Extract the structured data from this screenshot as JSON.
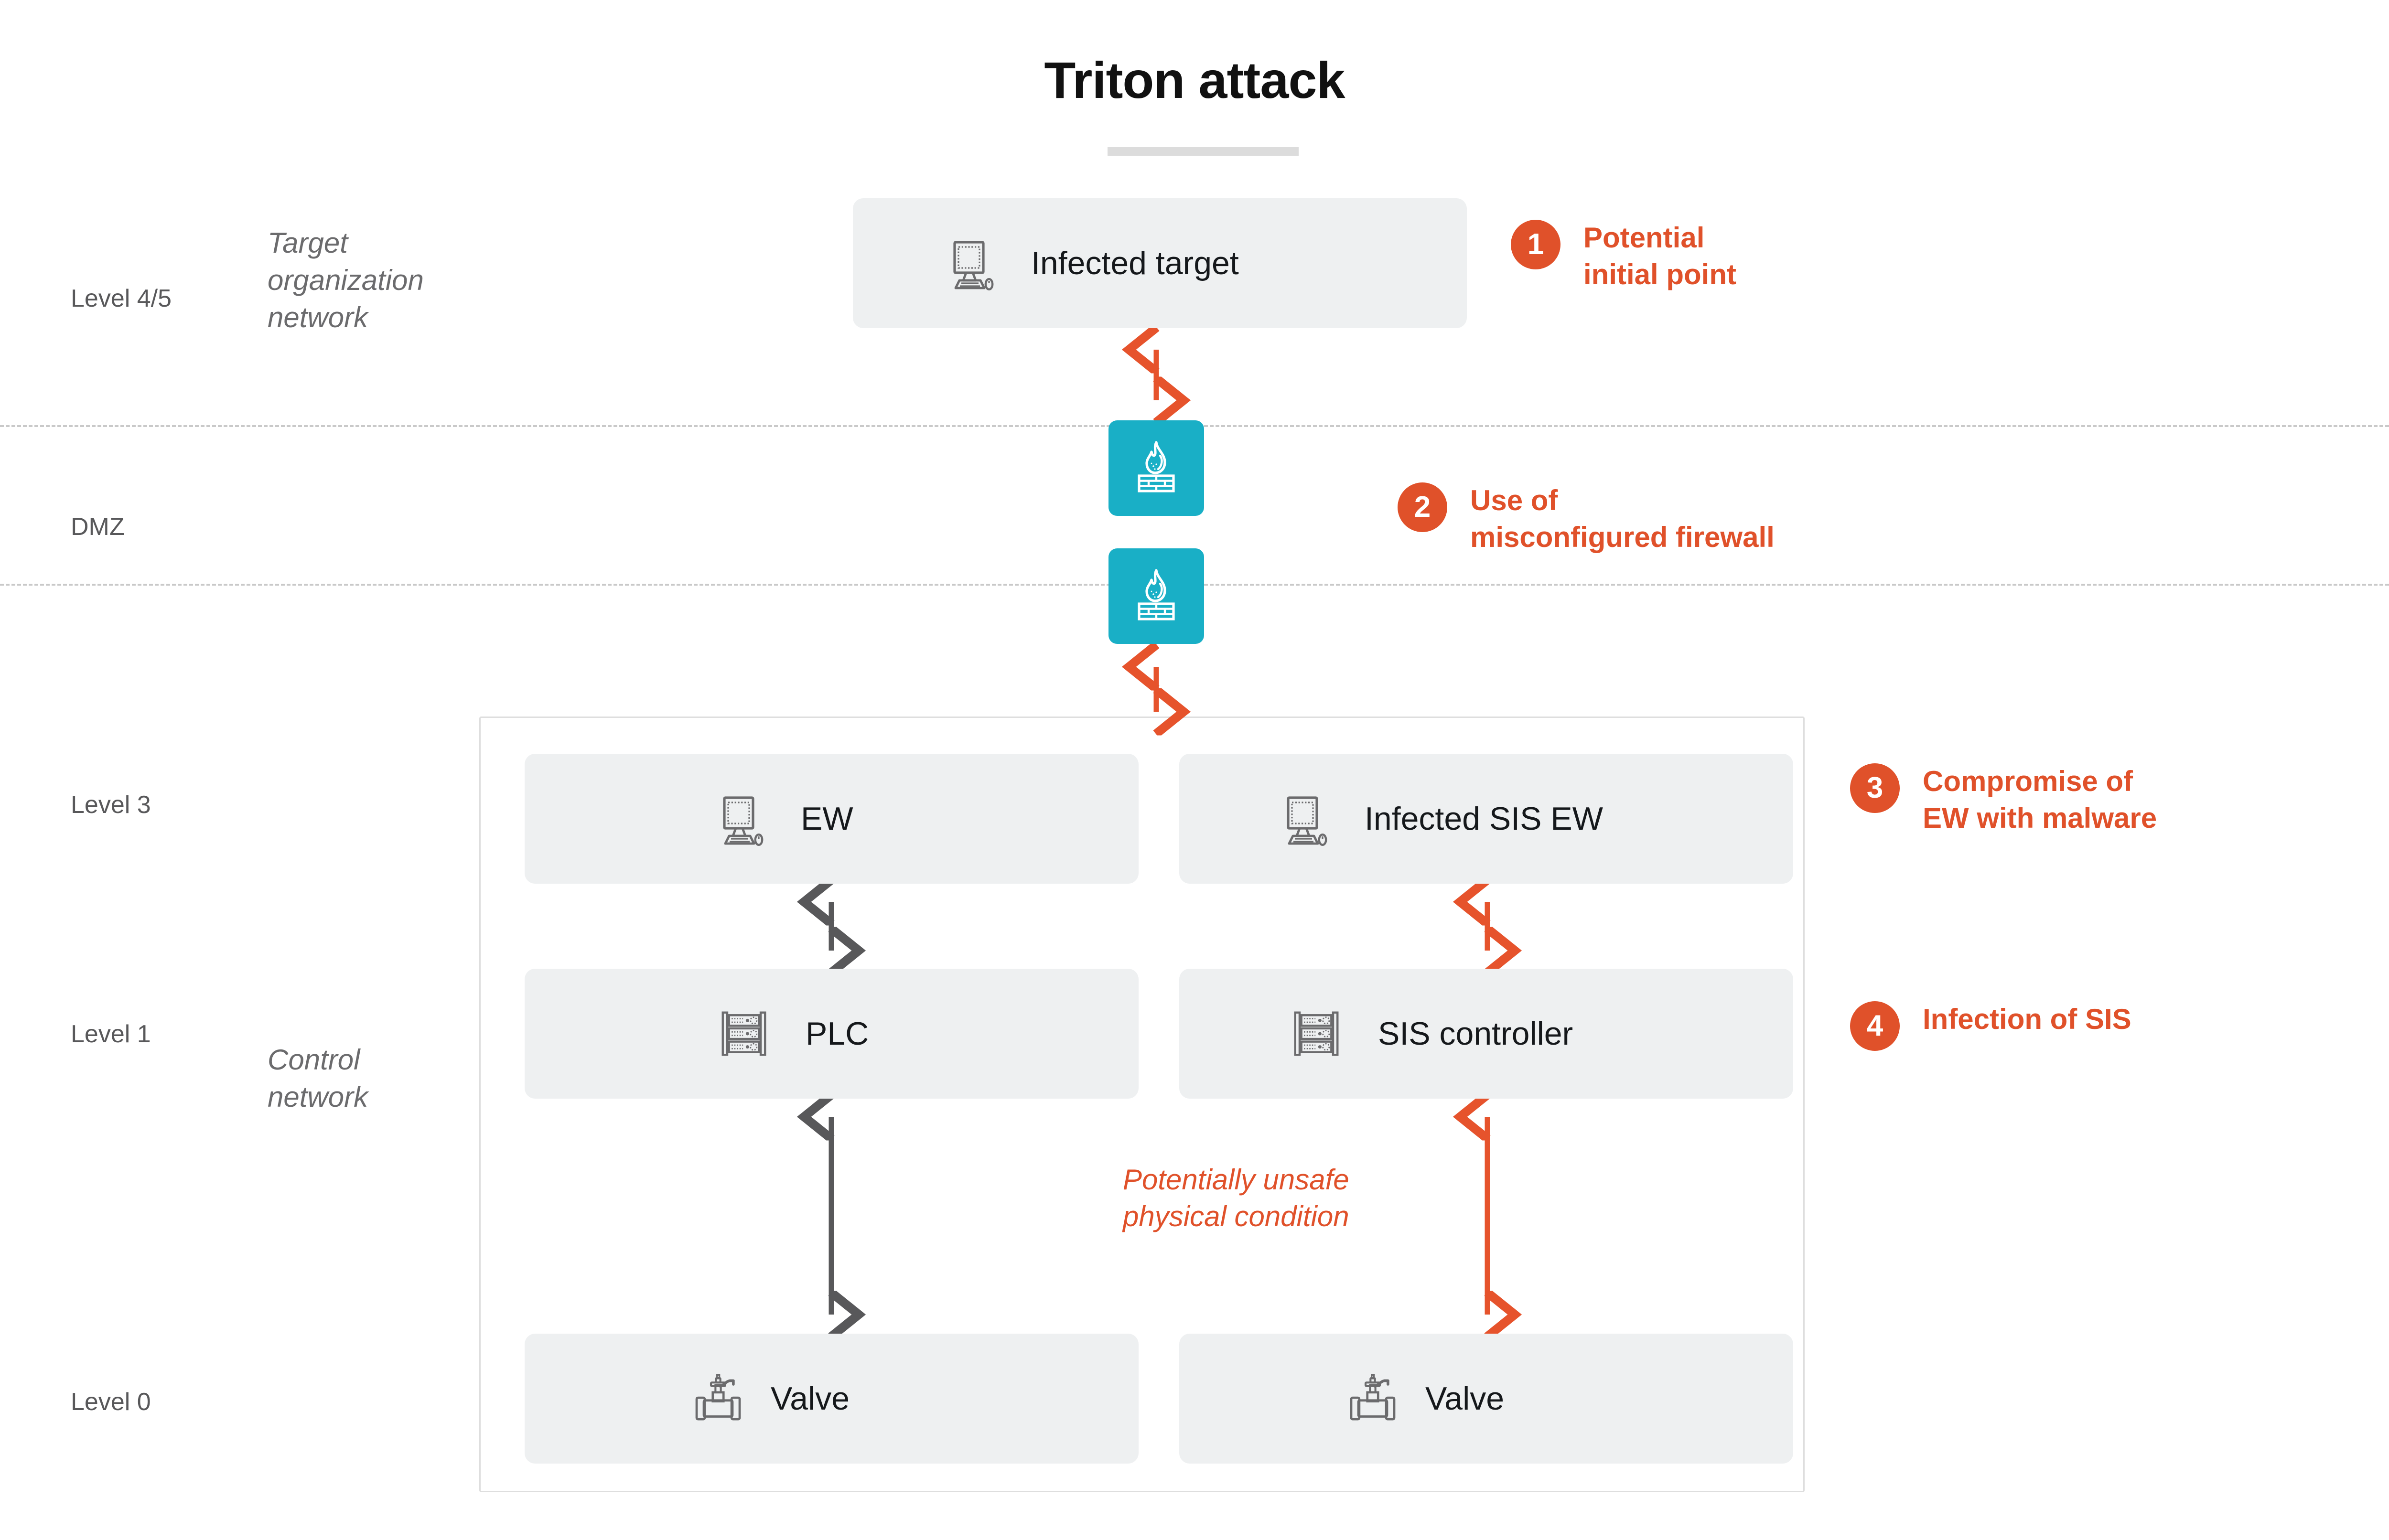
{
  "title": "Triton attack",
  "colors": {
    "accent_orange": "#e0512a",
    "firewall_teal": "#19afc6",
    "card_gray": "#eef0f1",
    "label_gray": "#58585a",
    "arrow_gray": "#58585a"
  },
  "levels": [
    {
      "id": "level-45",
      "label": "Level 4/5"
    },
    {
      "id": "level-dmz",
      "label": "DMZ"
    },
    {
      "id": "level-3",
      "label": "Level 3"
    },
    {
      "id": "level-1",
      "label": "Level 1"
    },
    {
      "id": "level-0",
      "label": "Level 0"
    }
  ],
  "zones": [
    {
      "id": "zone-target",
      "label": "Target\norganization\nnetwork"
    },
    {
      "id": "zone-control",
      "label": "Control\nnetwork"
    }
  ],
  "nodes": {
    "infected_target": {
      "label": "Infected target",
      "icon": "computer-icon"
    },
    "ew": {
      "label": "EW",
      "icon": "computer-icon"
    },
    "infected_sis_ew": {
      "label": "Infected SIS EW",
      "icon": "computer-icon"
    },
    "plc": {
      "label": "PLC",
      "icon": "plc-rack-icon"
    },
    "sis_controller": {
      "label": "SIS controller",
      "icon": "plc-rack-icon"
    },
    "valve_left": {
      "label": "Valve",
      "icon": "valve-icon"
    },
    "valve_right": {
      "label": "Valve",
      "icon": "valve-icon"
    }
  },
  "firewalls": [
    {
      "id": "firewall-top",
      "icon": "firewall-flame-brick-icon"
    },
    {
      "id": "firewall-bottom",
      "icon": "firewall-flame-brick-icon"
    }
  ],
  "steps": [
    {
      "number": "1",
      "text": "Potential\ninitial point"
    },
    {
      "number": "2",
      "text": "Use of\nmisconfigured firewall"
    },
    {
      "number": "3",
      "text": "Compromise of\nEW with malware"
    },
    {
      "number": "4",
      "text": "Infection of SIS"
    }
  ],
  "annotations": {
    "unsafe_condition": "Potentially unsafe\nphysical condition"
  }
}
